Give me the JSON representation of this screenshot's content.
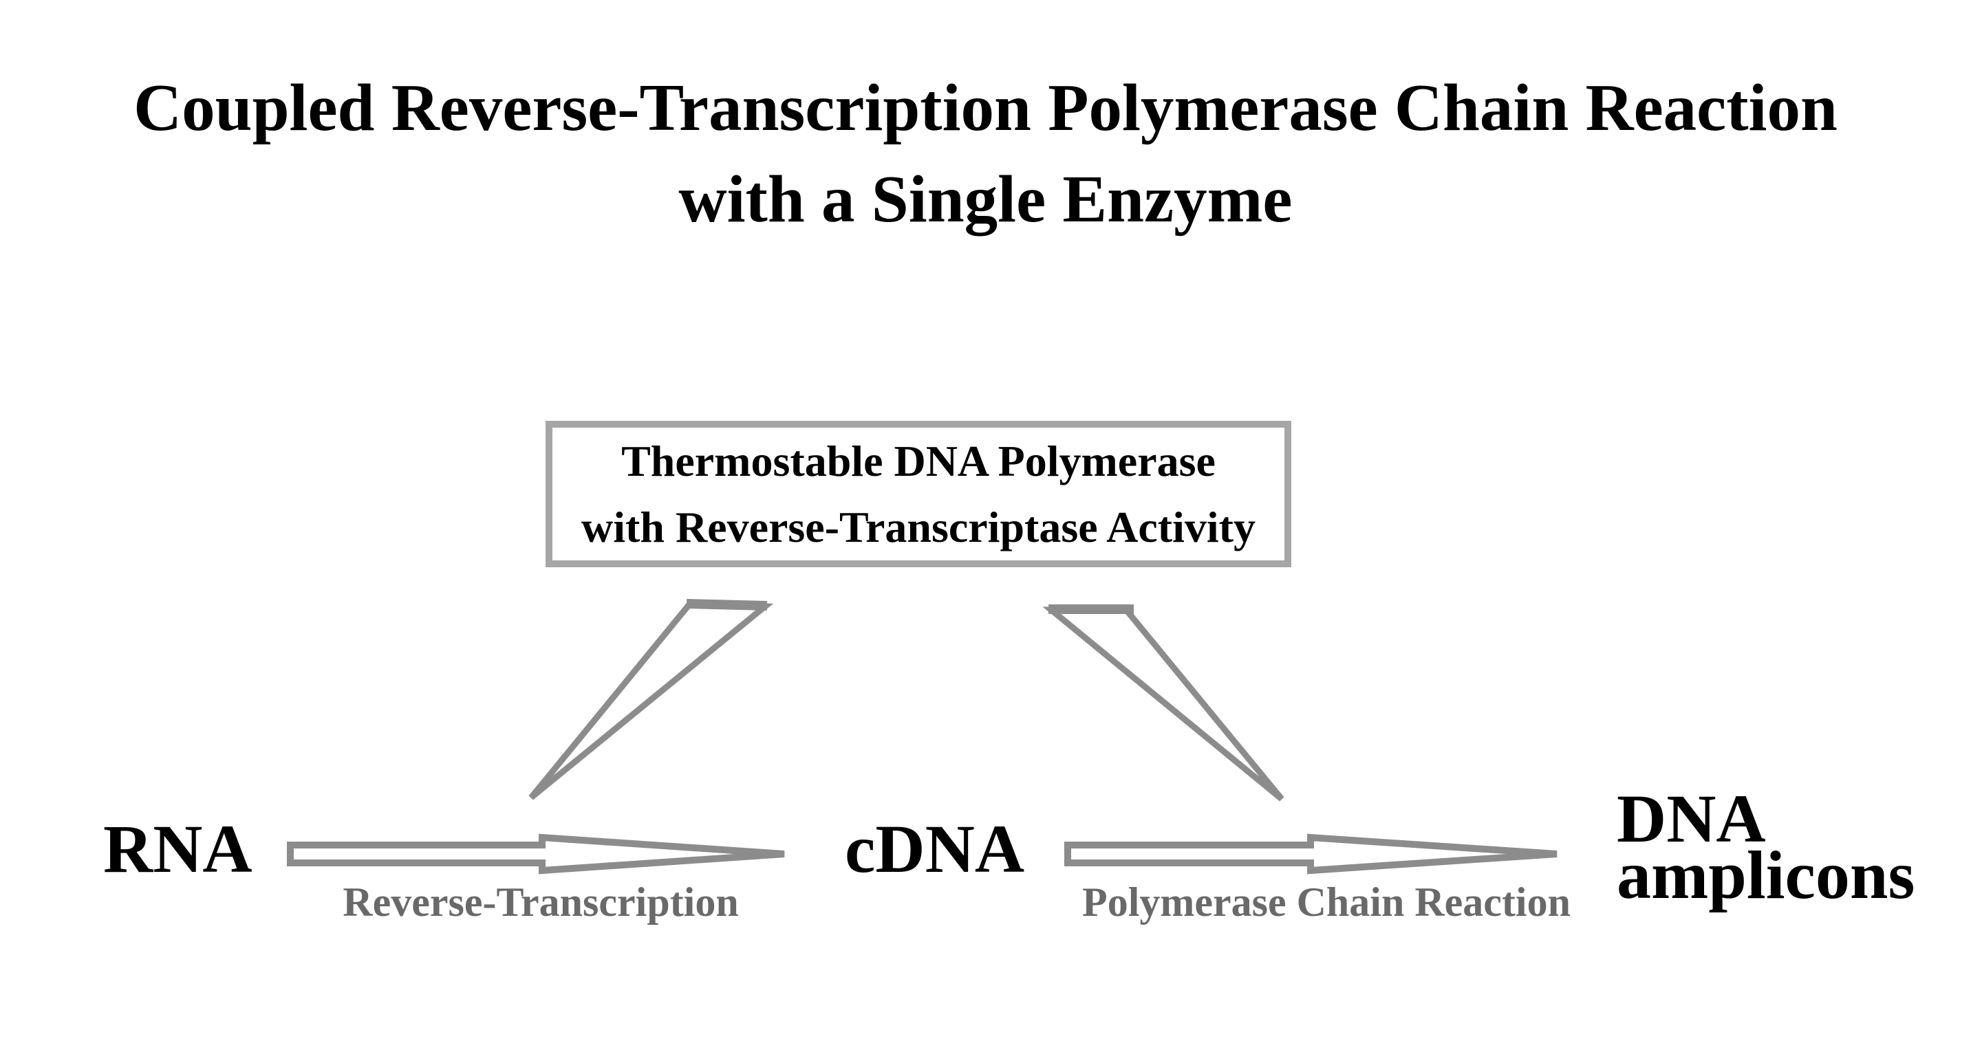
{
  "title": {
    "line1": "Coupled Reverse-Transcription Polymerase Chain Reaction",
    "line2": "with a Single Enzyme"
  },
  "enzyme_box": {
    "line1": "Thermostable DNA Polymerase",
    "line2": "with Reverse-Transcriptase Activity"
  },
  "nodes": {
    "rna": "RNA",
    "cdna": "cDNA",
    "dna_amplicons_line1": "DNA",
    "dna_amplicons_line2": "amplicons"
  },
  "processes": {
    "step1": "Reverse-Transcription",
    "step2": "Polymerase Chain Reaction"
  },
  "colors": {
    "background": "#ffffff",
    "text_black": "#000000",
    "shape_gray": "#8c8c8c",
    "box_border_gray": "#a6a6a6",
    "process_text_gray": "#696969",
    "shape_fill_white": "#ffffff"
  }
}
